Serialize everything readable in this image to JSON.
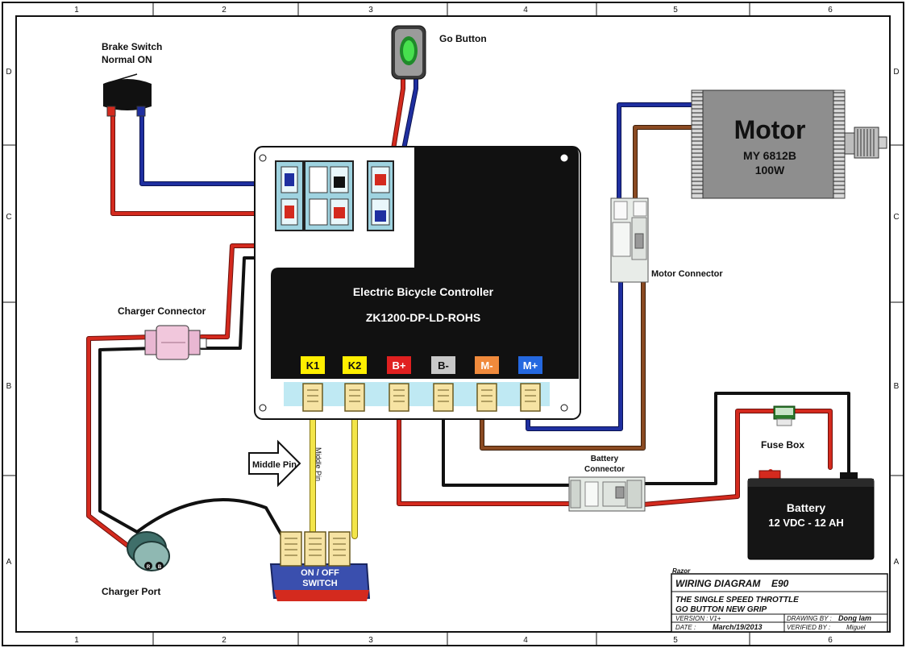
{
  "grid": {
    "cols": [
      "1",
      "2",
      "3",
      "4",
      "5",
      "6"
    ],
    "rows": [
      "D",
      "C",
      "B",
      "A"
    ]
  },
  "labels": {
    "brake_switch_1": "Brake Switch",
    "brake_switch_2": "Normal ON",
    "go_button": "Go Button",
    "motor": "Motor",
    "motor_model": "MY 6812B",
    "motor_power": "100W",
    "controller_title": "Electric Bicycle Controller",
    "controller_model": "ZK1200-DP-LD-ROHS",
    "motor_connector": "Motor Connector",
    "charger_connector": "Charger Connector",
    "charger_port": "Charger Port",
    "middle_pin": "Middle Pin",
    "middle_pin_wire": "Middle Pin",
    "switch_1": "ON / OFF",
    "switch_2": "SWITCH",
    "battery_connector_1": "Battery",
    "battery_connector_2": "Connector",
    "fuse_box": "Fuse Box",
    "battery_1": "Battery",
    "battery_2": "12 VDC - 12 AH",
    "port_r": "R",
    "port_b": "B"
  },
  "terminals": [
    {
      "label": "K1",
      "color": "#ffef00",
      "text": "#111111"
    },
    {
      "label": "K2",
      "color": "#ffef00",
      "text": "#111111"
    },
    {
      "label": "B+",
      "color": "#e02020",
      "text": "#ffffff"
    },
    {
      "label": "B-",
      "color": "#c8c8c8",
      "text": "#111111"
    },
    {
      "label": "M-",
      "color": "#f08a3c",
      "text": "#ffffff"
    },
    {
      "label": "M+",
      "color": "#2468e0",
      "text": "#ffffff"
    }
  ],
  "title_block": {
    "brand": "Razor",
    "diagram": "WIRING DIAGRAM",
    "model": "E90",
    "desc_1": "THE SINGLE SPEED THROTTLE",
    "desc_2": "GO BUTTON  NEW GRIP",
    "version_label": "VERSION :",
    "version": "V1+",
    "drawing_by_label": "DRAWING BY :",
    "drawing_by": "Dong lam",
    "date_label": "DATE :",
    "date": "March/19/2013",
    "verified_by_label": "VERIFIED BY :",
    "verified_by": "Miguel"
  },
  "colors": {
    "red": "#d42a1e",
    "blue": "#1f2fa0",
    "black": "#111111",
    "yellow": "#f3e54a",
    "brown": "#8a4a22",
    "light_blue": "#bfe9f3"
  }
}
